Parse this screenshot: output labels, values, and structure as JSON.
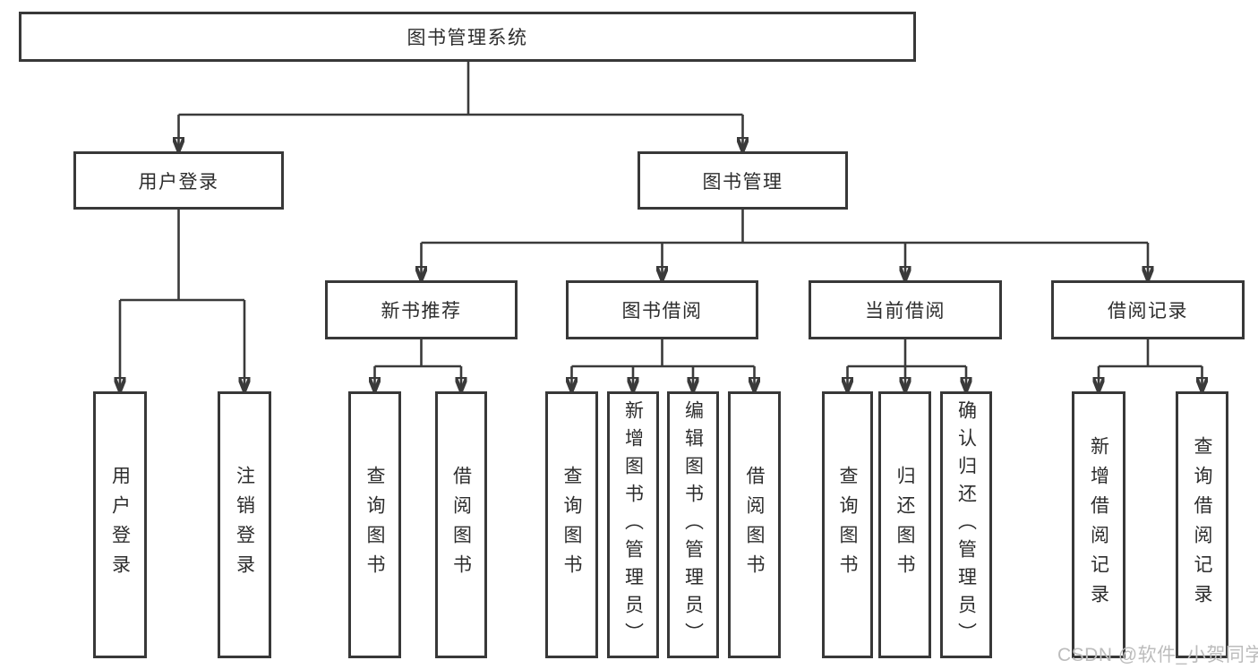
{
  "colors": {
    "line": "#3a3a3a",
    "box_border": "#383838",
    "text": "#2d2d2d",
    "watermark_text": "#bcbcbc",
    "background": "#ffffff"
  },
  "watermark": {
    "text": "CSDN @软件_小贺同学"
  },
  "diagram": {
    "type": "hierarchy-tree",
    "root": {
      "label": "图书管理系统",
      "children": [
        {
          "label": "用户登录",
          "children": [
            {
              "label": "用户登录"
            },
            {
              "label": "注销登录"
            }
          ]
        },
        {
          "label": "图书管理",
          "children": [
            {
              "label": "新书推荐",
              "children": [
                {
                  "label": "查询图书"
                },
                {
                  "label": "借阅图书"
                }
              ]
            },
            {
              "label": "图书借阅",
              "children": [
                {
                  "label": "查询图书"
                },
                {
                  "label": "新增图书（管理员）"
                },
                {
                  "label": "编辑图书（管理员）"
                },
                {
                  "label": "借阅图书"
                }
              ]
            },
            {
              "label": "当前借阅",
              "children": [
                {
                  "label": "查询图书"
                },
                {
                  "label": "归还图书"
                },
                {
                  "label": "确认归还（管理员）"
                }
              ]
            },
            {
              "label": "借阅记录",
              "children": [
                {
                  "label": "新增借阅记录"
                },
                {
                  "label": "查询借阅记录"
                }
              ]
            }
          ]
        }
      ]
    }
  }
}
